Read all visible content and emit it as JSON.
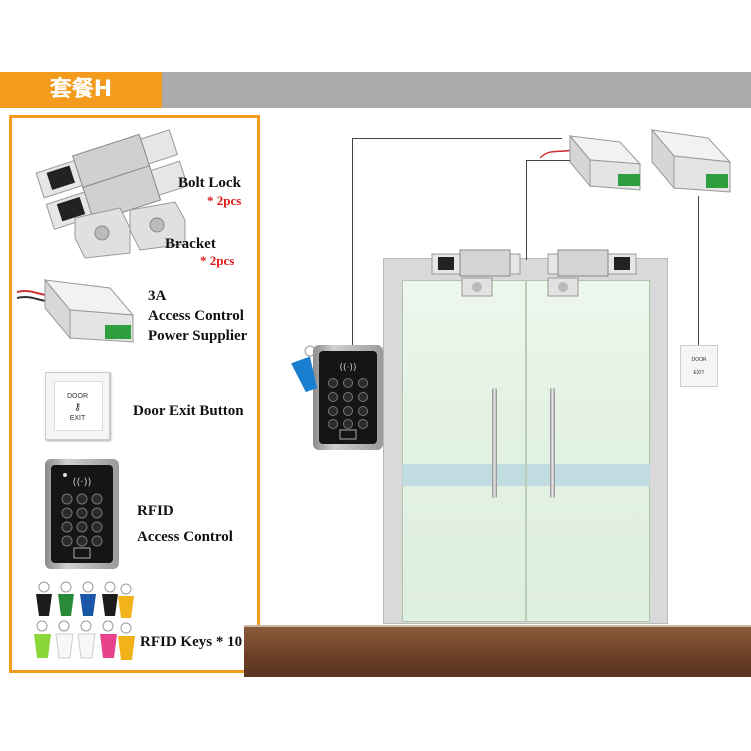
{
  "header": {
    "tab_label": "套餐H"
  },
  "items": [
    {
      "name": "Bolt Lock",
      "qty": "* 2pcs"
    },
    {
      "name": "Bracket",
      "qty": "* 2pcs"
    },
    {
      "line1": "3A",
      "line2": "Access Control",
      "line3": "Power Supplier"
    },
    {
      "name": "Door Exit Button"
    },
    {
      "line1": "RFID",
      "line2": "Access Control"
    },
    {
      "name": "RFID Keys * 10"
    }
  ],
  "device_text": {
    "exit_button_top": "DOOR",
    "exit_button_bottom": "EXIT"
  },
  "colors": {
    "accent": "#f29b1d",
    "header_bar": "#aaaaaa",
    "qty_red": "#e01818"
  }
}
